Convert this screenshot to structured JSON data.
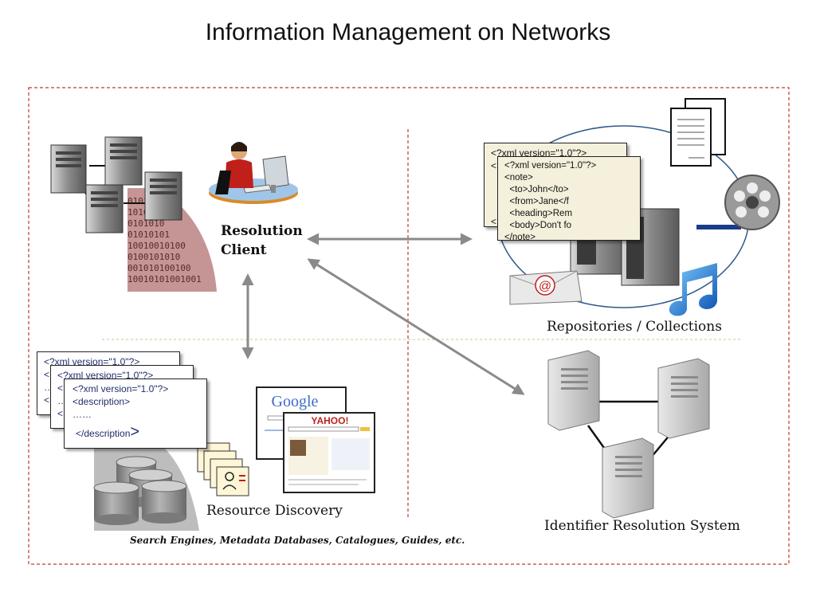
{
  "title": "Information Management on Networks",
  "labels": {
    "resolution_client_line1": "Resolution",
    "resolution_client_line2": "Client",
    "repositories": "Repositories / Collections",
    "resource_discovery": "Resource Discovery",
    "identifier_resolution": "Identifier Resolution System",
    "discovery_caption": "Search Engines, Metadata Databases, Catalogues, Guides, etc."
  },
  "xml_repo": {
    "back_header": "<?xml version=\"1.0\"?>",
    "back_line2": "<",
    "back_line3": "<",
    "front": [
      "<?xml version=\"1.0\"?>",
      "<note>",
      "  <to>John</to>",
      "  <from>Jane</f",
      "  <heading>Rem",
      "  <body>Don't fo",
      "</note>"
    ]
  },
  "xml_discovery": {
    "back1_header": "<?xml version=\"1.0\"?>",
    "back1_lines": [
      "<",
      "…",
      "<"
    ],
    "back2_header": "<?xml version=\"1.0\"?>",
    "back2_lines": [
      "<",
      "…",
      "<"
    ],
    "front_header": "<?xml version=\"1.0\"?>",
    "front_line2": "<description>",
    "front_line3": "……",
    "front_line4": "</description",
    "front_gt": ">"
  },
  "binary_rows": [
    "0101",
    "101010",
    "0101010",
    "01010101",
    "10010010100",
    "0100101010",
    "001010100100",
    "10010101001001"
  ],
  "logos": {
    "google": "Google",
    "yahoo": "YAHOO!"
  },
  "icons": {
    "email": "@"
  },
  "colors": {
    "dashed_border": "#c0392b",
    "arrow": "#8a8a8a",
    "binary_fan": "#c49594",
    "xml_text": "#1f2d6b",
    "ellipse": "#2f5a8a"
  }
}
